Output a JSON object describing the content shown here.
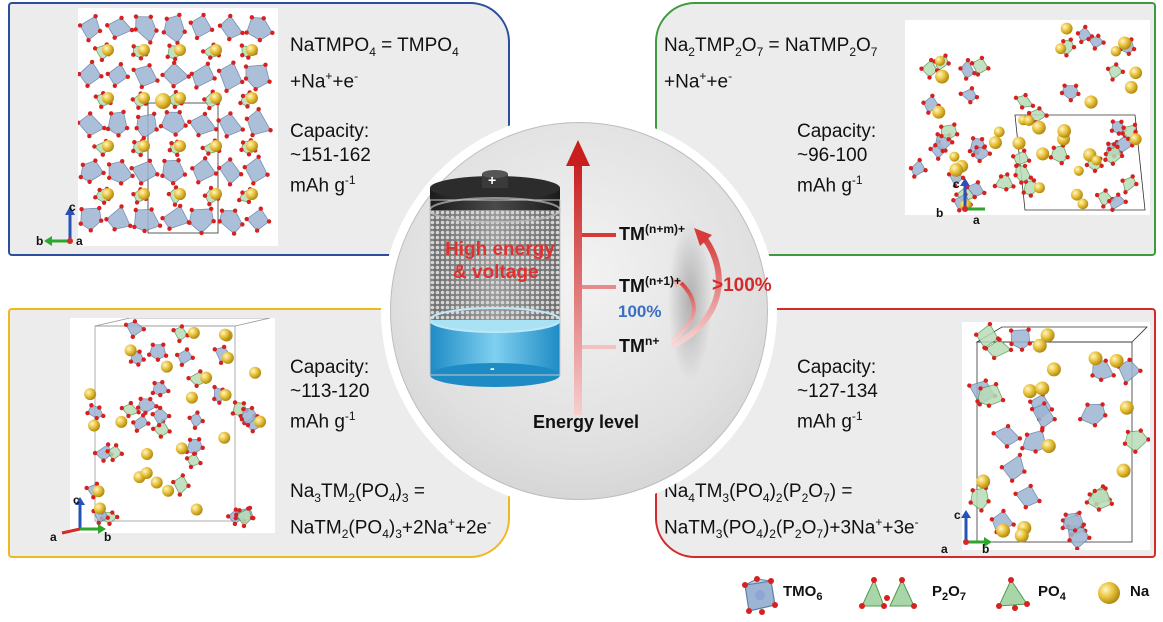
{
  "center": {
    "battery_plus": "+",
    "battery_minus": "-",
    "battery_text_line1": "High energy",
    "battery_text_line2": "& voltage",
    "energy_axis_label": "Energy level",
    "level_top_base": "TM",
    "level_top_sup": "(n+m)+",
    "level_mid_base": "TM",
    "level_mid_sup": "(n+1)+",
    "level_low_base": "TM",
    "level_low_sup": "n+",
    "pct_100": "100%",
    "pct_over": ">100%"
  },
  "panels": {
    "top_left": {
      "eq_l1": {
        "a": "NaTMPO",
        "a_sub": "4",
        "b": " = TMPO",
        "b_sub": "4"
      },
      "eq_l2": {
        "a": "+Na",
        "a_sup": "+",
        "b": "+e",
        "b_sup": "-"
      },
      "cap_label": "Capacity:",
      "cap_value": "~151-162",
      "cap_unit": "mAh g",
      "cap_unit_sup": "-1",
      "axes": {
        "up": "c",
        "left": "b",
        "right": "a"
      }
    },
    "top_right": {
      "eq_l1": {
        "a": "Na",
        "a_sub": "2",
        "b": "TMP",
        "b_sub": "2",
        "c": "O",
        "c_sub": "7",
        "d": " = NaTMP",
        "d_sub": "2",
        "e": "O",
        "e_sub": "7"
      },
      "eq_l2": {
        "a": "+Na",
        "a_sup": "+",
        "b": "+e",
        "b_sup": "-"
      },
      "cap_label": "Capacity:",
      "cap_value": "~96-100",
      "cap_unit": "mAh g",
      "cap_unit_sup": "-1",
      "axes": {
        "up": "c",
        "left": "b",
        "right": "a"
      }
    },
    "bottom_left": {
      "cap_label": "Capacity:",
      "cap_value": "~113-120",
      "cap_unit": "mAh g",
      "cap_unit_sup": "-1",
      "eq_l1": {
        "a": "Na",
        "a_sub": "3",
        "b": "TM",
        "b_sub": "2",
        "c": "(PO",
        "c_sub": "4",
        "d": ")",
        "d_sub": "3",
        "e": " ="
      },
      "eq_l2": {
        "a": "NaTM",
        "a_sub": "2",
        "b": "(PO",
        "b_sub": "4",
        "c": ")",
        "c_sub": "3",
        "d": "+2Na",
        "d_sup": "+",
        "e": "+2e",
        "e_sup": "-"
      },
      "axes": {
        "up": "c",
        "left": "a",
        "right": "b"
      }
    },
    "bottom_right": {
      "cap_label": "Capacity:",
      "cap_value": "~127-134",
      "cap_unit": "mAh g",
      "cap_unit_sup": "-1",
      "eq_l1": {
        "a": "Na",
        "a_sub": "4",
        "b": "TM",
        "b_sub": "3",
        "c": "(PO",
        "c_sub": "4",
        "d": ")",
        "d_sub": "2",
        "e": "(P",
        "e_sub": "2",
        "f": "O",
        "f_sub": "7",
        "g": ") ="
      },
      "eq_l2": {
        "a": "NaTM",
        "a_sub": "3",
        "b": "(PO",
        "b_sub": "4",
        "c": ")",
        "c_sub": "2",
        "d": "(P",
        "d_sub": "2",
        "e": "O",
        "e_sub": "7",
        "f": ")+3Na",
        "f_sup": "+",
        "g": "+3e",
        "g_sup": "-"
      },
      "axes": {
        "up": "c",
        "left": "a",
        "right": "b"
      }
    }
  },
  "legend": {
    "tmo6": {
      "a": "TMO",
      "a_sub": "6"
    },
    "p2o7": {
      "a": "P",
      "a_sub": "2",
      "b": "O",
      "b_sub": "7"
    },
    "po4": {
      "a": "PO",
      "a_sub": "4"
    },
    "na": "Na"
  },
  "colors": {
    "blue_border": "#2b4f9c",
    "green_border": "#3e9a3e",
    "yellow_border": "#f0b81f",
    "red_border": "#d42a2a",
    "energy_red": "#d42a2a",
    "pct_blue": "#3a6fc4",
    "na_sphere": "#e8c23a",
    "oxygen": "#d8211f",
    "polyhedra": "#8fa8c8"
  }
}
